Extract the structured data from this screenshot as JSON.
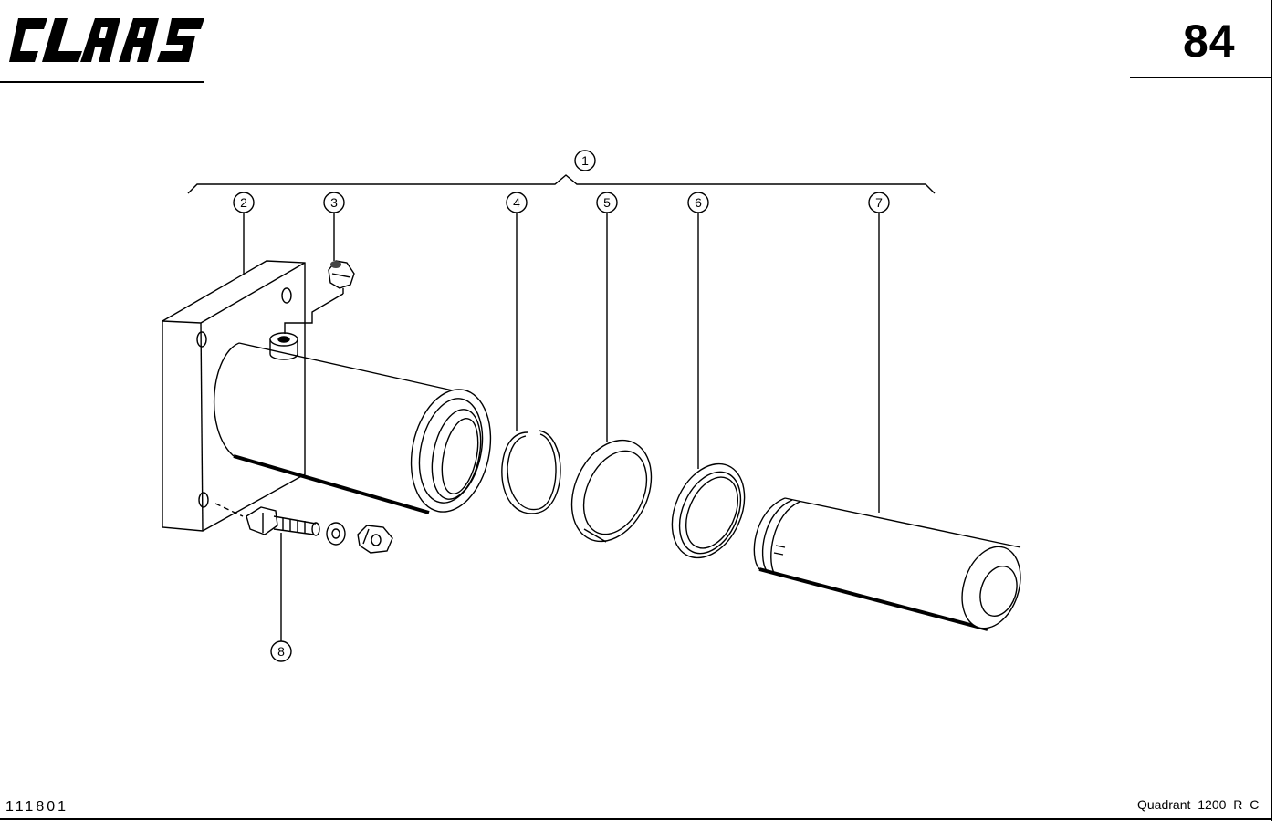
{
  "header": {
    "brand": "CLAAS",
    "page_number": "84"
  },
  "footer": {
    "drawing_id": "111801",
    "model": "Quadrant  1200 R C"
  },
  "callouts": {
    "c1": "1",
    "c2": "2",
    "c3": "3",
    "c4": "4",
    "c5": "5",
    "c6": "6",
    "c7": "7",
    "c8": "8"
  }
}
